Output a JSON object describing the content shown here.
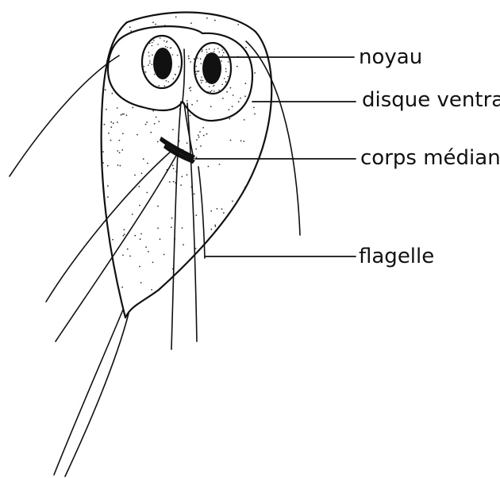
{
  "diagram": {
    "labels": {
      "nucleus": "noyau",
      "ventral_disc": "disque ventral",
      "median_bodies": "corps médians",
      "flagellum": "flagelle"
    },
    "ink_color": "#111111",
    "background_color": "#ffffff"
  }
}
